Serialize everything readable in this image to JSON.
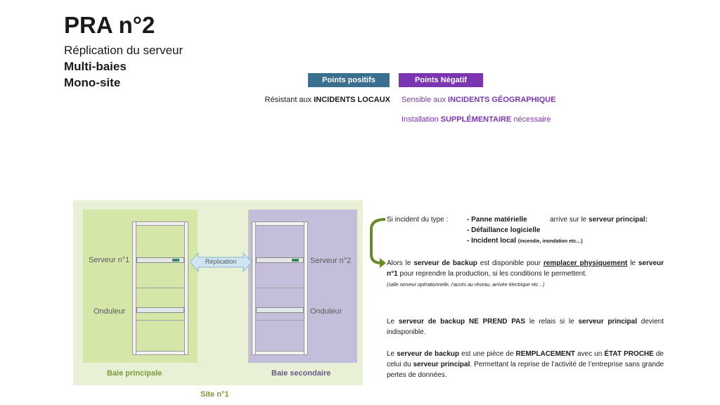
{
  "title": "PRA n°2",
  "subtitle_lines": [
    "Réplication du serveur",
    "Multi-baies",
    "Mono-site"
  ],
  "table": {
    "positive_header": "Points positifs",
    "negative_header": "Points Négatif",
    "positive_rows": [
      {
        "pre": "Résistant aux ",
        "strong": "INCIDENTS LOCAUX",
        "post": ""
      }
    ],
    "negative_rows": [
      {
        "pre": "Sensible aux ",
        "strong": "INCIDENTS GÉOGRAPHIQUE",
        "post": ""
      },
      {
        "pre": "Installation ",
        "strong": "SUPPLÉMENTAIRE",
        "post": " nécessaire"
      }
    ]
  },
  "diagram": {
    "server1": "Serveur n°1",
    "server2": "Serveur n°2",
    "ups_left": "Onduleur",
    "ups_right": "Onduleur",
    "replication": "Réplication",
    "rack_left": "Baie principale",
    "rack_right": "Baie secondaire",
    "site": "Site n°1"
  },
  "explanation": {
    "if_incident_prefix": "Si incident du type :",
    "incidents": [
      {
        "label": "- Panne matérielle",
        "note": ""
      },
      {
        "label": "- Défaillance logicielle",
        "note": ""
      },
      {
        "label": "- Incident local",
        "note": "(incendie, inondation etc…)"
      }
    ],
    "arrives_pre": "arrive sur le ",
    "arrives_strong": "serveur principal:",
    "then": {
      "t1": "Alors le ",
      "t2": "serveur de backup",
      "t3": " est disponible pour ",
      "t4": "remplacer physiquement",
      "t5": " le ",
      "t6": "serveur n°1",
      "t7": " pour reprendre la production, si les conditions le permettent."
    },
    "conditions_note": "(salle serveur opérationnelle, l’accès au réseau, arrivée électrique etc…)",
    "para2": {
      "t1": "Le ",
      "t2": "serveur de backup NE PREND PAS",
      "t3": " le relais si le ",
      "t4": "serveur principal",
      "t5": " devient indisponible."
    },
    "para3": {
      "t1": " Le ",
      "t2": "serveur de backup",
      "t3": " est une pièce de ",
      "t4": "REMPLACEMENT",
      "t5": " avec un ",
      "t6": "ÉTAT PROCHE",
      "t7": " de celui du ",
      "t8": "serveur principal",
      "t9": ". Permettant la reprise de l’activité de l’entreprise sans grande pertes de données."
    }
  },
  "colors": {
    "positive": "#3b6f8f",
    "negative": "#7b35b0",
    "arrow": "#6a8a2a"
  }
}
